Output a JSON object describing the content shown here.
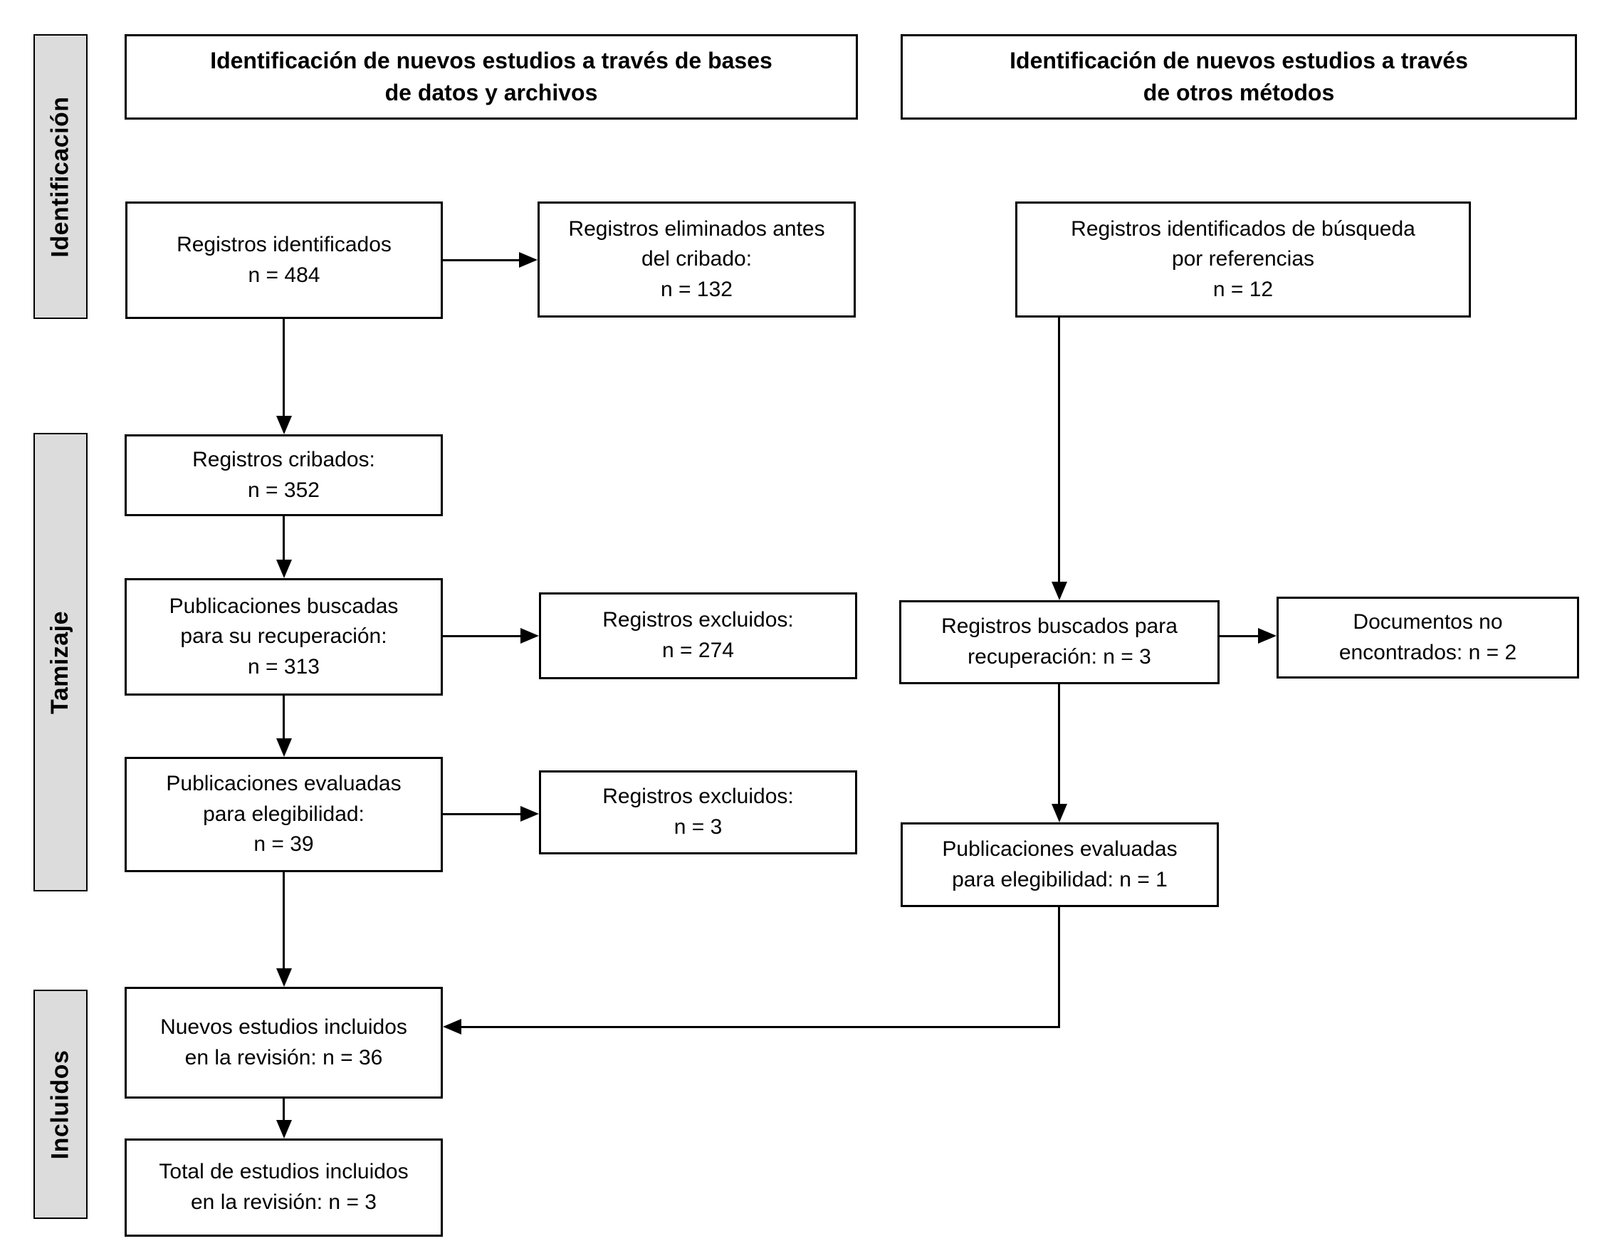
{
  "colors": {
    "stage_fill": "#dcdcdc",
    "line": "#000000",
    "box_fill": "#ffffff"
  },
  "sidebar": {
    "identificacion": "Identificación",
    "tamizaje": "Tamizaje",
    "incluidos": "Incluidos"
  },
  "headers": {
    "databases": "Identificación de nuevos estudios a través de bases\nde datos y archivos",
    "other_methods": "Identificación de nuevos estudios a través\nde otros métodos"
  },
  "boxes": {
    "records_identified": "Registros identificados\nn = 484",
    "records_removed_before_screening": "Registros eliminados antes\ndel cribado:\nn = 132",
    "records_identified_citation": "Registros identificados de búsqueda\npor referencias\nn = 12",
    "records_screened": "Registros cribados:\nn = 352",
    "reports_sought": "Publicaciones buscadas\npara su recuperación:\nn = 313",
    "records_excluded_screening": "Registros excluidos:\nn = 274",
    "records_sought_other": "Registros buscados para\nrecuperación: n = 3",
    "documents_not_found": "Documentos no\nencontrados: n = 2",
    "reports_assessed": "Publicaciones evaluadas\npara elegibilidad:\nn = 39",
    "records_excluded_eligibility": "Registros excluidos:\nn = 3",
    "reports_assessed_other": "Publicaciones evaluadas\npara elegibilidad: n = 1",
    "new_studies_included": "Nuevos estudios incluidos\nen la revisión: n = 36",
    "total_studies_included": "Total de estudios incluidos\nen la revisión: n = 3"
  }
}
